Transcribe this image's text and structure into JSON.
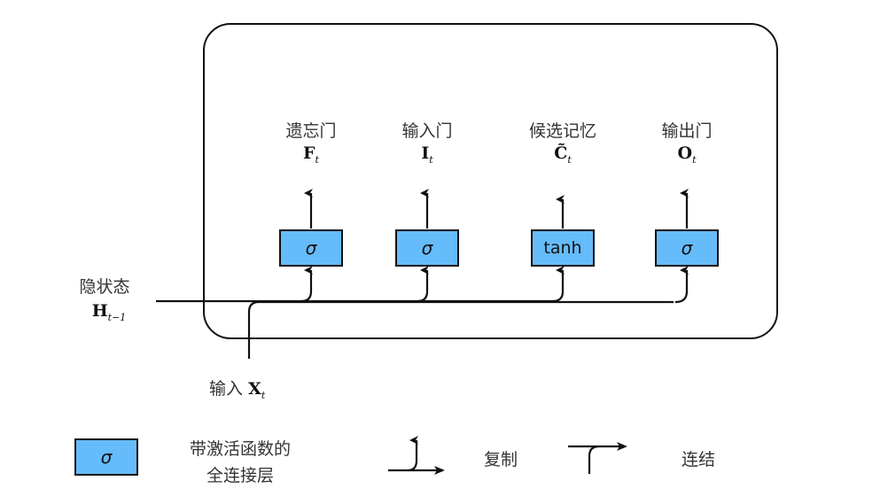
{
  "diagram": {
    "title": "LSTM gates computation",
    "gates": [
      {
        "name": "遗忘门",
        "symbol": "F",
        "subscript": "t",
        "activation": "σ"
      },
      {
        "name": "输入门",
        "symbol": "I",
        "subscript": "t",
        "activation": "σ"
      },
      {
        "name": "候选记忆",
        "symbol": "C̃",
        "subscript": "t",
        "activation": "tanh"
      },
      {
        "name": "输出门",
        "symbol": "O",
        "subscript": "t",
        "activation": "σ"
      }
    ],
    "hidden_state": {
      "name": "隐状态",
      "symbol": "H",
      "subscript": "t−1"
    },
    "input": {
      "name": "输入",
      "symbol": "X",
      "subscript": "t"
    },
    "colors": {
      "box_fill": "#66bbfa",
      "stroke": "#111111"
    }
  },
  "legend": {
    "box_symbol": "σ",
    "box_label_line1": "带激活函数的",
    "box_label_line2": "全连接层",
    "copy_label": "复制",
    "concat_label": "连结"
  }
}
